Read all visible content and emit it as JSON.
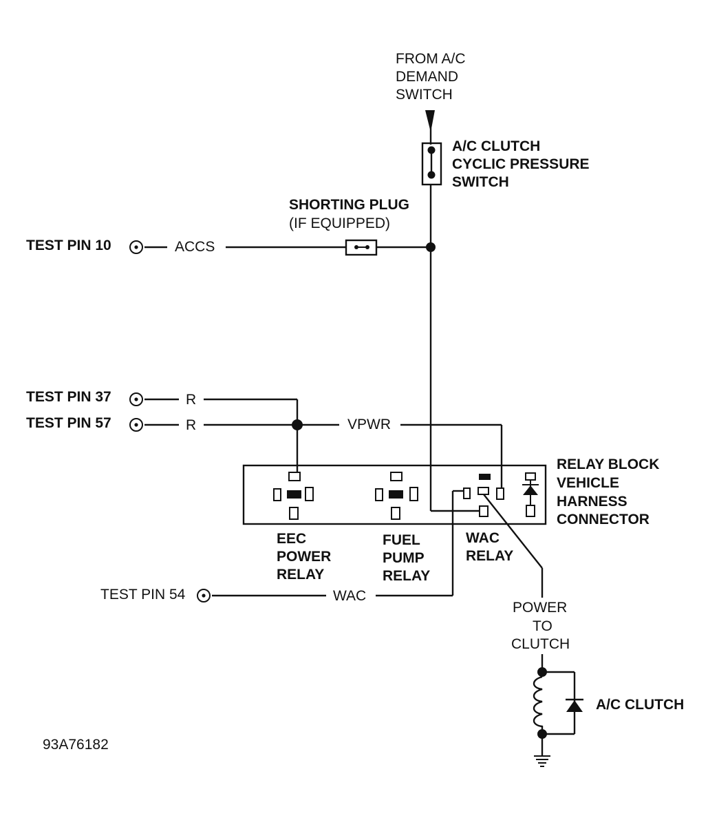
{
  "labels": {
    "from_switch": [
      "FROM A/C",
      "DEMAND",
      "SWITCH"
    ],
    "pressure_switch": [
      "A/C CLUTCH",
      "CYCLIC PRESSURE",
      "SWITCH"
    ],
    "shorting_plug": "SHORTING PLUG",
    "shorting_plug_note": "(IF EQUIPPED)",
    "relay_block": [
      "RELAY BLOCK",
      "VEHICLE",
      "HARNESS",
      "CONNECTOR"
    ],
    "eec_relay": [
      "EEC",
      "POWER",
      "RELAY"
    ],
    "fuel_pump_relay": [
      "FUEL",
      "PUMP",
      "RELAY"
    ],
    "wac_relay": [
      "WAC",
      "RELAY"
    ],
    "power_to_clutch": [
      "POWER",
      "TO",
      "CLUTCH"
    ],
    "ac_clutch": "A/C CLUTCH",
    "figure_id": "93A76182"
  },
  "test_pins": {
    "pin10": "TEST PIN 10",
    "pin37": "TEST PIN 37",
    "pin57": "TEST PIN 57",
    "pin54": "TEST PIN 54"
  },
  "signals": {
    "accs": "ACCS",
    "r37": "R",
    "r57": "R",
    "vpwr": "VPWR",
    "wac": "WAC"
  }
}
